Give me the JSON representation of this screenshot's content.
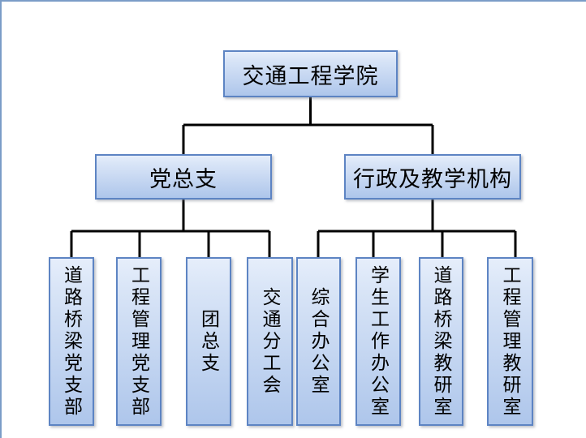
{
  "org_chart": {
    "type": "org-tree",
    "root": "交通工程学院",
    "branches": [
      {
        "label": "党总支",
        "children": [
          "道路桥梁党支部",
          "工程管理党支部",
          "团总支",
          "交通分工会"
        ]
      },
      {
        "label": "行政及教学机构",
        "children": [
          "综合办公室",
          "学生工作办公室",
          "道路桥梁教研室",
          "工程管理教研室"
        ]
      }
    ]
  },
  "colors": {
    "box_fill_top": "#e6eefb",
    "box_fill_bottom": "#aec6eb",
    "box_border": "#5d84c3",
    "connector": "#000000",
    "frame_border": "#7b9dc7",
    "text": "#000000",
    "background": "#ffffff"
  }
}
